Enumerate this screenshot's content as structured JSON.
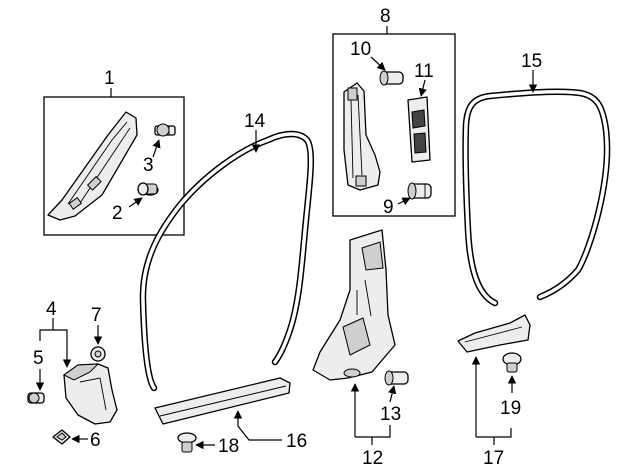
{
  "callouts": {
    "c1": "1",
    "c2": "2",
    "c3": "3",
    "c4": "4",
    "c5": "5",
    "c6": "6",
    "c7": "7",
    "c8": "8",
    "c9": "9",
    "c10": "10",
    "c11": "11",
    "c12": "12",
    "c13": "13",
    "c14": "14",
    "c15": "15",
    "c16": "16",
    "c17": "17",
    "c18": "18",
    "c19": "19"
  },
  "colors": {
    "line": "#000000",
    "fill": "#ededed",
    "shade": "#cfcfcf",
    "background": "#ffffff"
  }
}
